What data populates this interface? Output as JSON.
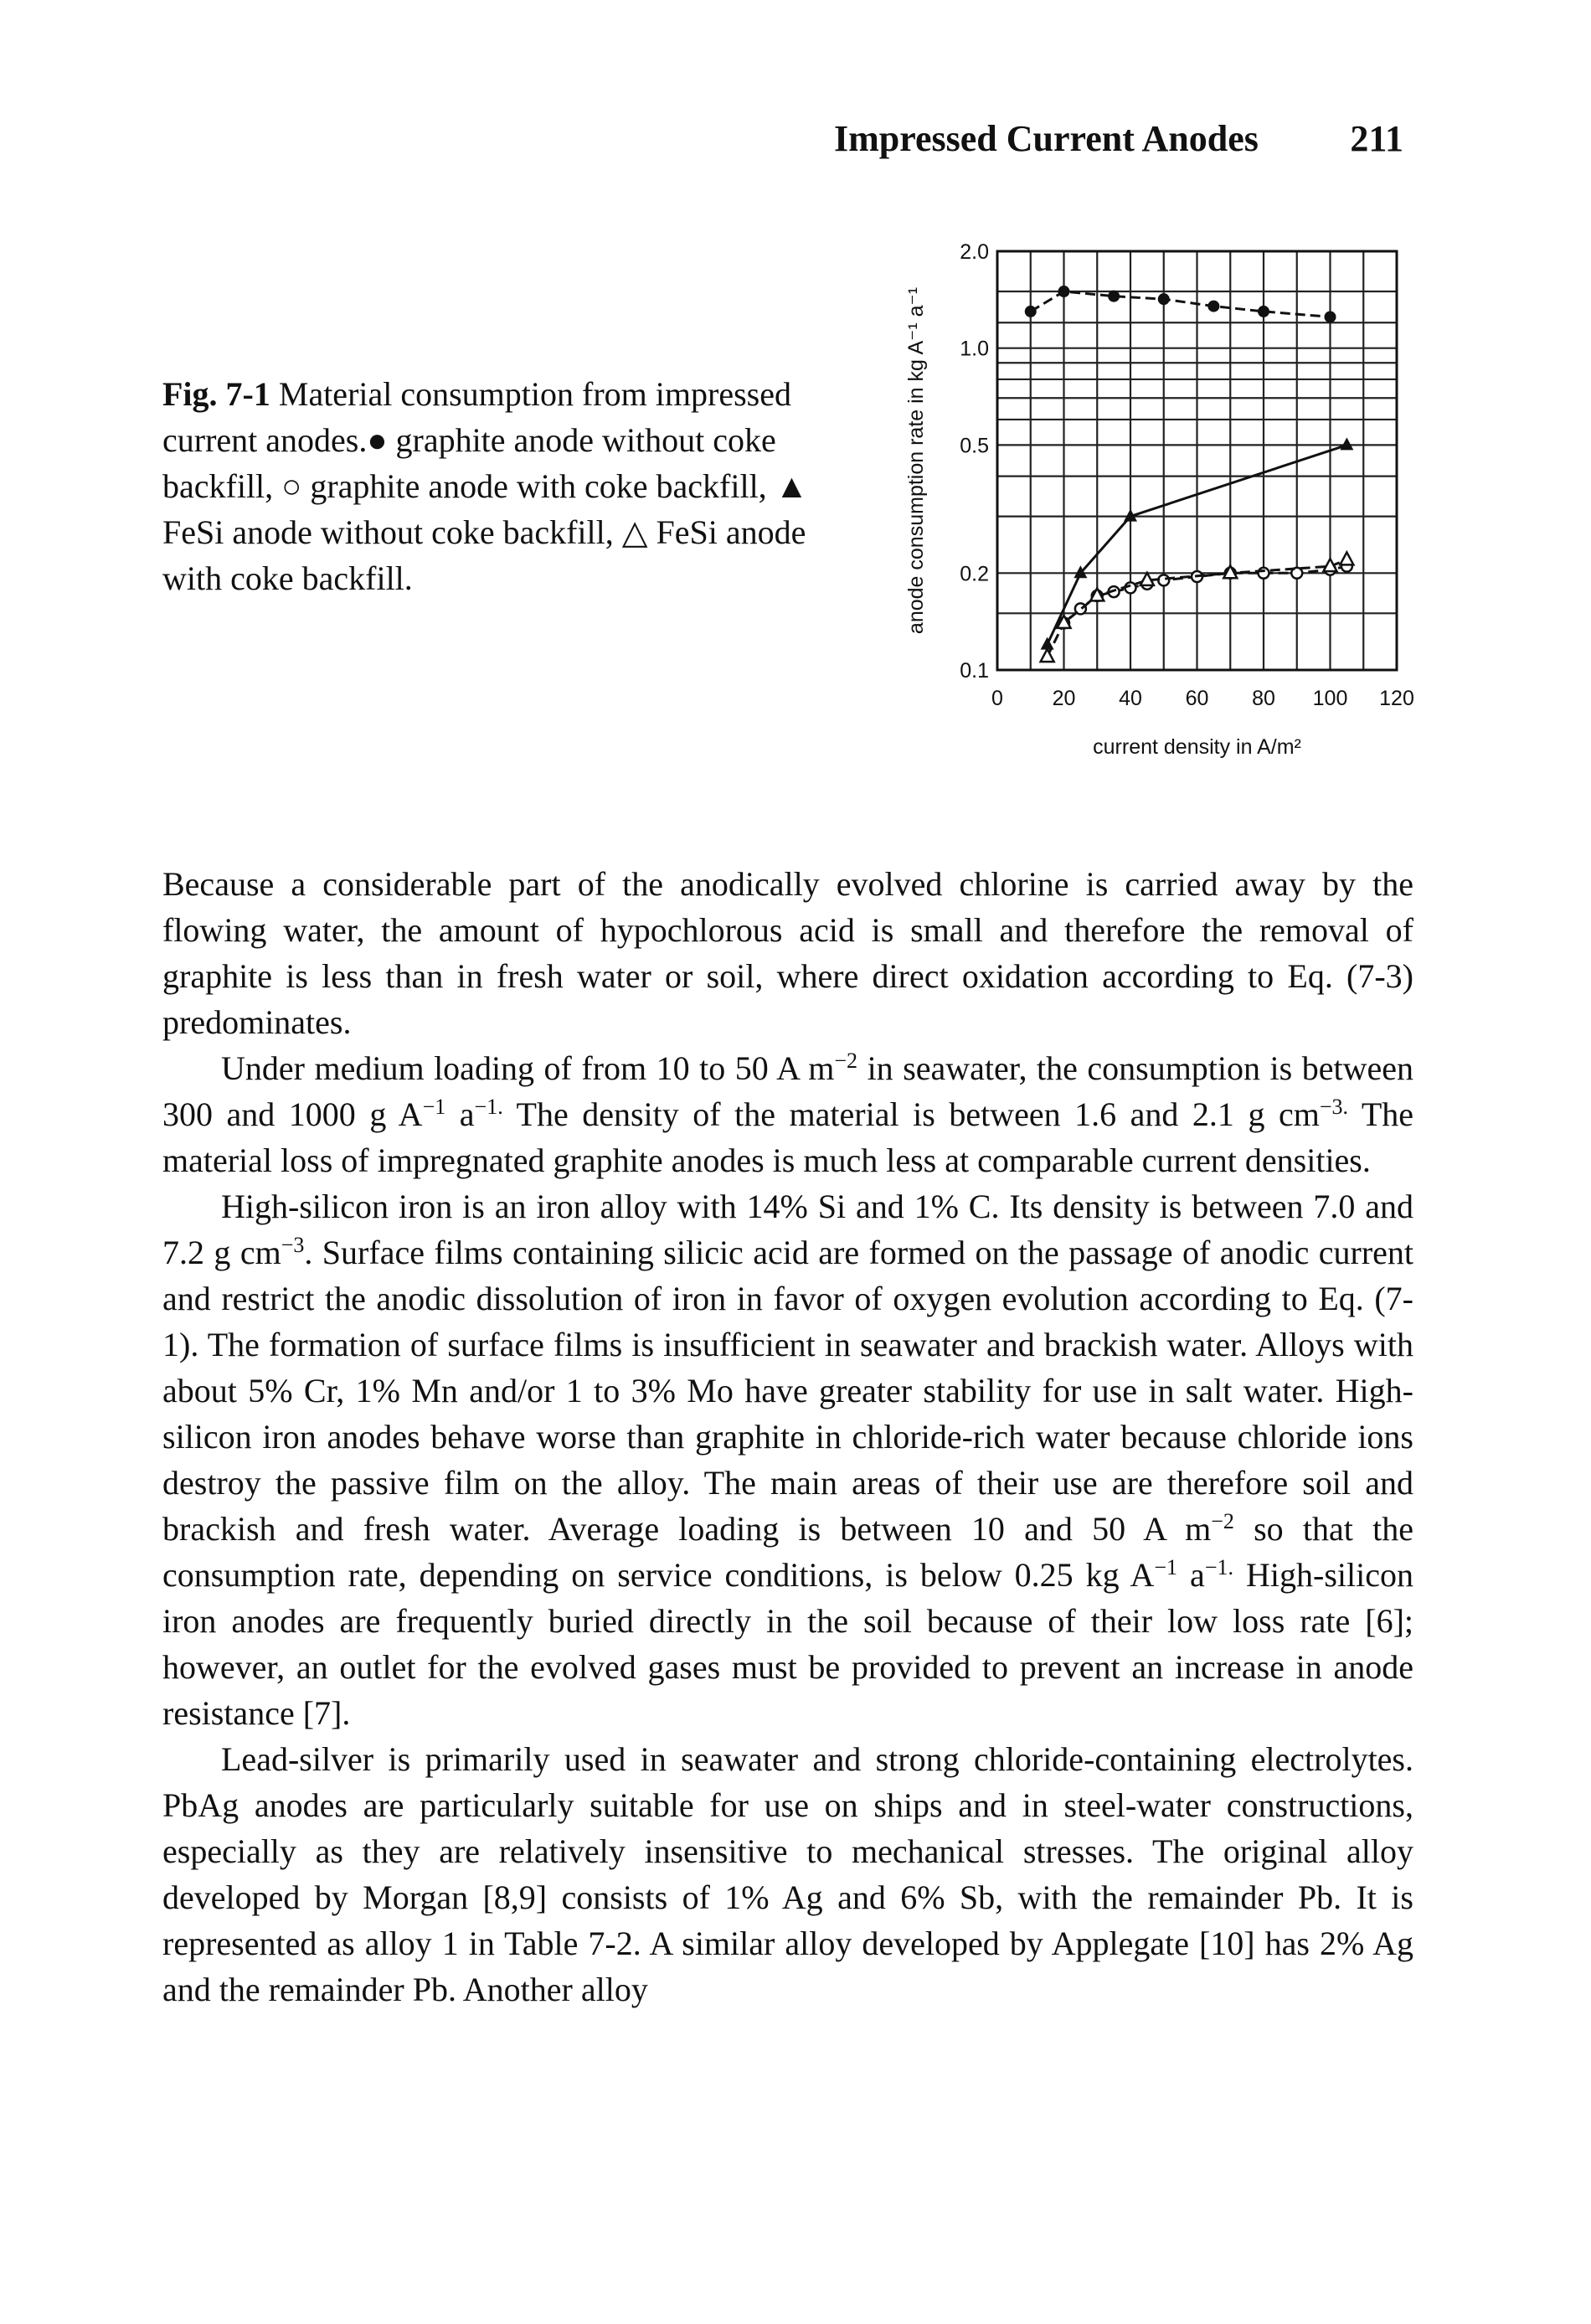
{
  "header": {
    "running_title": "Impressed Current Anodes",
    "page_number": "211"
  },
  "caption": {
    "label": "Fig. 7-1",
    "text": "Material consumption from impressed current anodes.● graphite anode without coke backfill, ○ graphite anode with coke backfill, ▲ FeSi anode without coke backfill, △ FeSi anode with coke backfill."
  },
  "chart_data": {
    "type": "line",
    "x_scale": "linear",
    "y_scale": "log",
    "xlim": [
      0,
      120
    ],
    "ylim": [
      0.1,
      2.0
    ],
    "x_ticks": [
      "0",
      "20",
      "40",
      "60",
      "80",
      "100",
      "120"
    ],
    "y_ticks": [
      "0.1",
      "0.2",
      "0.5",
      "1.0",
      "2.0"
    ],
    "xlabel": "current density in A/m²",
    "ylabel": "anode consumption rate in kg A⁻¹ a⁻¹",
    "grid": true,
    "series": [
      {
        "marker": "filled-circle",
        "style": "dashed",
        "x": [
          10,
          20,
          35,
          50,
          65,
          80,
          100
        ],
        "y": [
          1.3,
          1.5,
          1.45,
          1.42,
          1.35,
          1.3,
          1.25
        ]
      },
      {
        "marker": "open-circle",
        "style": "dashed",
        "x": [
          20,
          25,
          30,
          35,
          40,
          45,
          50,
          60,
          70,
          80,
          90,
          100,
          105
        ],
        "y": [
          0.14,
          0.155,
          0.17,
          0.175,
          0.18,
          0.185,
          0.19,
          0.195,
          0.2,
          0.2,
          0.2,
          0.205,
          0.21
        ]
      },
      {
        "marker": "filled-triangle",
        "style": "solid",
        "x": [
          15,
          25,
          40,
          105
        ],
        "y": [
          0.12,
          0.2,
          0.3,
          0.5
        ]
      },
      {
        "marker": "open-triangle",
        "style": "dashed",
        "x": [
          15,
          20,
          30,
          45,
          70,
          100,
          105
        ],
        "y": [
          0.11,
          0.14,
          0.17,
          0.19,
          0.2,
          0.21,
          0.22
        ]
      }
    ]
  },
  "body": {
    "p1": "Because a considerable part of the anodically evolved chlorine is carried away by the flowing water, the amount of hypochlorous acid is small and therefore the removal of graphite is less than in fresh water or soil, where direct oxidation according to Eq. (7-3) predominates.",
    "p2_a": "Under medium loading of from 10 to 50 A m",
    "p2_b": " in seawater, the consumption is between 300 and 1000 g A",
    "p2_c": " a",
    "p2_d": " The density of the material is between 1.6 and 2.1 g cm",
    "p2_e": " The material loss of impregnated graphite anodes is much less at comparable current densities.",
    "p3_a": "High-silicon iron is an iron alloy with 14% Si and 1% C. Its density is between 7.0 and 7.2 g cm",
    "p3_b": ". Surface films containing silicic acid are formed on the passage of anodic current and restrict the anodic dissolution of iron in favor of oxygen evolution according to Eq. (7-1). The formation of surface films is insufficient in seawater and brackish water. Alloys with about 5% Cr, 1% Mn and/or 1 to 3% Mo have greater stability for use in salt water. High-silicon iron anodes behave worse than graphite in chloride-rich water because chloride ions destroy the passive film on the alloy. The main areas of their use are therefore soil and brackish and fresh water. Average loading is between 10 and 50 A m",
    "p3_c": " so that the consumption rate, depending on service conditions, is below 0.25 kg A",
    "p3_d": " a",
    "p3_e": " High-silicon iron anodes are frequently buried directly in the soil because of their low loss rate [6]; however, an outlet for the evolved gases must be provided to prevent an increase in anode resistance [7].",
    "p4": "Lead-silver is primarily used in seawater and strong chloride-containing electrolytes. PbAg anodes are particularly suitable for use on ships and in steel-water constructions, especially as they are relatively insensitive to mechanical stresses. The original alloy developed by Morgan [8,9] consists of 1% Ag and 6% Sb, with the remainder Pb. It is represented as alloy 1 in Table 7-2. A similar alloy developed by Applegate [10] has 2% Ag and the remainder Pb. Another alloy",
    "sup_m2": "−2",
    "sup_m1": "−1",
    "sup_m1_period": "−1.",
    "sup_m3": "−3",
    "sup_m3_period": "−3."
  }
}
